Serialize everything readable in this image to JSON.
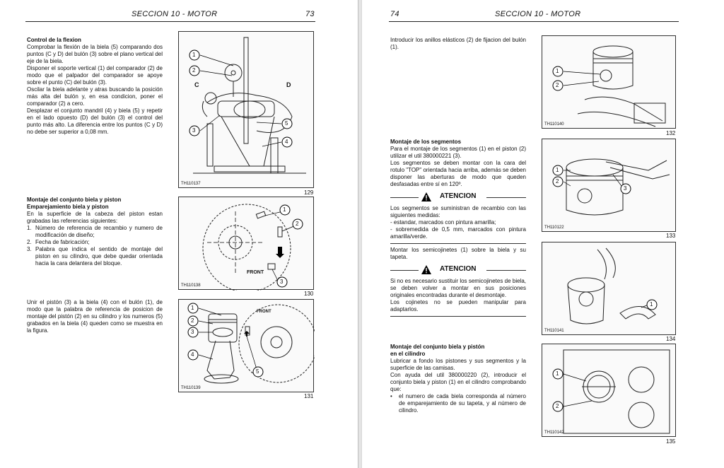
{
  "left": {
    "header_title": "SECCION 10 - MOTOR",
    "page_number": "73",
    "flex": {
      "heading": "Control de la flexion",
      "p1": "Comprobar la flexión de la biela (5) comparando dos puntos (C y D) del bulón (3) sobre el plano vertical del eje de la biela.",
      "p2": "Disponer el soporte vertical (1) del comparador (2) de modo que el palpador del comparador se apoye sobre el punto (C) del bulón (3).",
      "p3": "Oscilar la biela adelante y atras buscando la posición más alta del bulón y, en esa condicion, poner el comparador (2) a cero.",
      "p4": "Desplazar el conjunto mandril (4) y biela (5) y repetir en el lado opuesto (D) del bulón (3) el control del punto más alto. La diferencia entre los puntos (C y D) no debe ser superior a 0,08 mm."
    },
    "assembly": {
      "heading1": "Montaje del conjunto biela y piston",
      "heading2": "Emparejamiento biela y piston",
      "intro": "En la superficie de la cabeza del piston estan grabadas las referencias siguientes:",
      "items": [
        {
          "n": "1.",
          "t": "Número de referencia de recambio y numero de modificación de diseño;"
        },
        {
          "n": "2.",
          "t": "Fecha de fabricación;"
        },
        {
          "n": "3.",
          "t": "Palabra que indica el sentido de montaje del piston en su cilindro, que debe quedar orientada hacia la cara delantera del bloque."
        }
      ]
    },
    "join": {
      "p": "Unir el pistón (3) a la biela (4) con el bulón (1), de modo que la palabra de referencia de posicion de montaje del pistón (2) en su cilindro y los numeros (5) grabados en la biela (4) queden como se muestra en la figura."
    },
    "figures": [
      {
        "code": "TH110137",
        "number": "129",
        "labels": [
          "1",
          "2",
          "C",
          "D",
          "3",
          "5",
          "4"
        ]
      },
      {
        "code": "TH110138",
        "number": "130",
        "labels": [
          "1",
          "2",
          "FRONT",
          "3"
        ]
      },
      {
        "code": "TH110139",
        "number": "131",
        "labels": [
          "1",
          "2",
          "3",
          "FRONT",
          "4",
          "5"
        ]
      }
    ]
  },
  "right": {
    "header_title": "SECCION 10 - MOTOR",
    "page_number": "74",
    "rings_elastic": "Introducir los anillos elásticos (2) de fijacion del bulón (1).",
    "segments": {
      "heading": "Montaje de los segmentos",
      "p1": "Para el montaje de los segmentos (1) en el piston (2) utilizar el util 380000221 (3).",
      "p2": "Los segmentos se deben montar con la cara del rotulo \"TOP\" orientada hacia arriba, además se deben disponer las aberturas de modo que queden desfasadas entre sí en 120º."
    },
    "atencion1": {
      "label": "ATENCION",
      "lines": [
        "Los segmentos se suministran de recambio con las siguientes medidas:",
        "- estandar, marcados con pintura amarilla;",
        "- sobremedida de 0,5 mm, marcados con pintura amarilla/verde."
      ]
    },
    "bearings": "Montar los semicojinetes (1) sobre la biela y su tapeta.",
    "atencion2": {
      "label": "ATENCION",
      "lines": [
        "Si no es necesario sustituir los semicojinetes de biela, se deben volver a montar en sus posiciones originales encontradas durante el desmontaje.",
        "Los cojinetes no se pueden manipular para adaptarlos."
      ]
    },
    "cylinder": {
      "heading1": "Montaje del conjunto biela y pistón",
      "heading2": "en el cilindro",
      "p1": "Lubricar a fondo los pistones y sus segmentos y la superficie de las camisas.",
      "p2": "Con ayuda del util 380000220 (2), introducir el conjunto biela y piston (1) en el cilindro comprobando que:",
      "bullet": "el numero de cada biela corresponda al número de emparejamiento de su tapeta, y al número de cilindro."
    },
    "figures": [
      {
        "code": "TH110140",
        "number": "132",
        "labels": [
          "1",
          "2"
        ]
      },
      {
        "code": "TH110122",
        "number": "133",
        "labels": [
          "1",
          "2",
          "3"
        ]
      },
      {
        "code": "TH110141",
        "number": "134",
        "labels": [
          "1"
        ]
      },
      {
        "code": "TH110142",
        "number": "135",
        "labels": [
          "1",
          "2"
        ]
      }
    ]
  }
}
